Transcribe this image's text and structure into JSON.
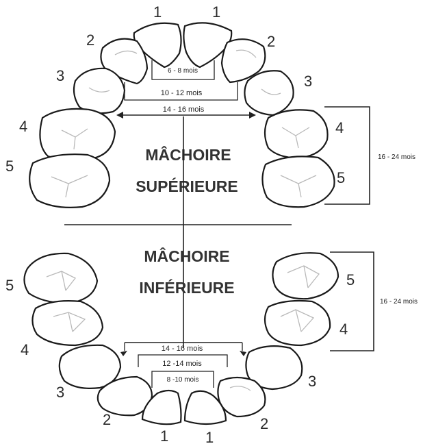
{
  "upper": {
    "title_line1": "MÂCHOIRE",
    "title_line2": "SUPÉRIEURE",
    "ages": {
      "incisors_central": "6 - 8 mois",
      "incisors_lateral": "10 - 12 mois",
      "canines": "14 - 16 mois",
      "molars": "16 - 24 mois"
    }
  },
  "lower": {
    "title_line1": "MÂCHOIRE",
    "title_line2": "INFÉRIEURE",
    "ages": {
      "incisors_central": "8 -10 mois",
      "incisors_lateral": "12 -14 mois",
      "canines": "14 - 16 mois",
      "molars": "16 - 24 mois"
    }
  },
  "tooth_numbers": [
    "1",
    "2",
    "3",
    "4",
    "5"
  ]
}
